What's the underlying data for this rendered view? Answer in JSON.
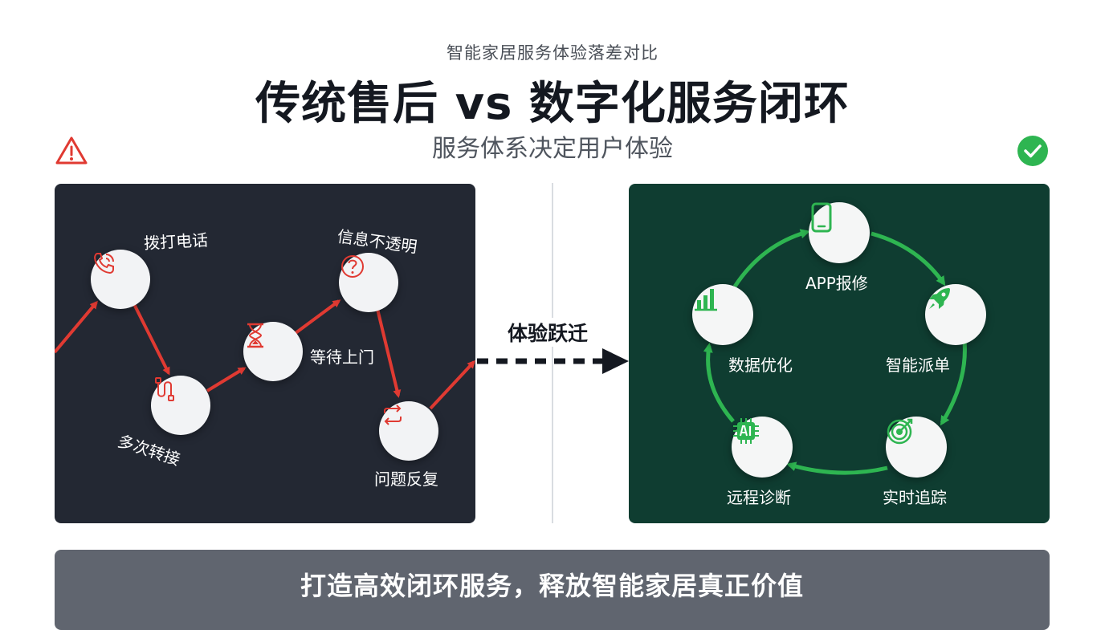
{
  "header": {
    "kicker": "智能家居服务体验落差对比",
    "title": "传统售后 vs 数字化服务闭环",
    "subtitle": "服务体系决定用户体验"
  },
  "traditional": {
    "status_icon": "warning-triangle-icon",
    "steps": [
      {
        "label": "拨打电话",
        "icon": "phone-call-icon"
      },
      {
        "label": "多次转接",
        "icon": "cable-transfer-icon"
      },
      {
        "label": "等待上门",
        "icon": "hourglass-icon"
      },
      {
        "label": "信息不透明",
        "icon": "question-circle-icon"
      },
      {
        "label": "问题反复",
        "icon": "repeat-arrows-icon"
      }
    ],
    "accent_color": "#e03a32"
  },
  "transition": {
    "label": "体验跃迁"
  },
  "digital": {
    "status_icon": "check-circle-icon",
    "steps": [
      {
        "label": "APP报修",
        "icon": "smartphone-icon"
      },
      {
        "label": "智能派单",
        "icon": "rocket-icon"
      },
      {
        "label": "实时追踪",
        "icon": "target-icon"
      },
      {
        "label": "远程诊断",
        "icon": "ai-chip-icon"
      },
      {
        "label": "数据优化",
        "icon": "bar-chart-icon"
      }
    ],
    "accent_color": "#2eb551"
  },
  "banner": {
    "text": "打造高效闭环服务，释放智能家居真正价值"
  }
}
